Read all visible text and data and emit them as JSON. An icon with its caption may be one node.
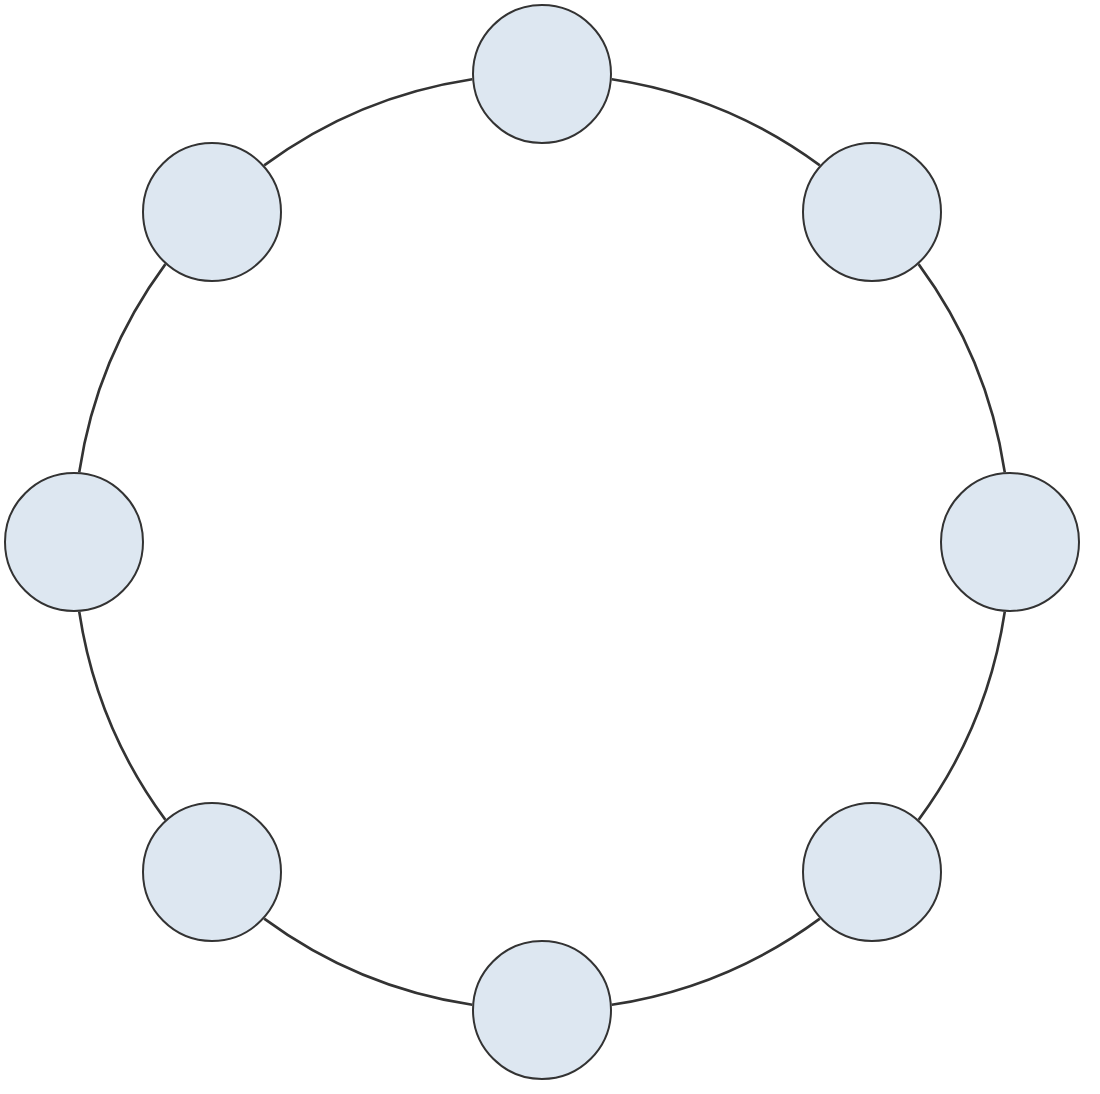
{
  "diagram": {
    "nodes": [
      {
        "text": [],
        "shape": "circle"
      },
      {
        "text": [],
        "shape": "circle"
      },
      {
        "text": [],
        "shape": "circle"
      },
      {
        "text": [],
        "shape": "circle"
      },
      {
        "text": [],
        "shape": "circle"
      },
      {
        "text": [],
        "shape": "circle"
      },
      {
        "text": [],
        "shape": "circle"
      },
      {
        "text": [],
        "shape": "circle"
      }
    ],
    "edges": [
      {
        "from": 0,
        "to": 2,
        "arrow": "none"
      },
      {
        "from": 2,
        "to": 4,
        "arrow": "none"
      },
      {
        "from": 4,
        "to": 6,
        "arrow": "none"
      },
      {
        "from": 6,
        "to": 7,
        "arrow": "none"
      },
      {
        "from": 7,
        "to": 5,
        "arrow": "none"
      },
      {
        "from": 5,
        "to": 3,
        "arrow": "none"
      },
      {
        "from": 3,
        "to": 1,
        "arrow": "none"
      },
      {
        "from": 1,
        "to": 0,
        "arrow": "none"
      }
    ]
  }
}
